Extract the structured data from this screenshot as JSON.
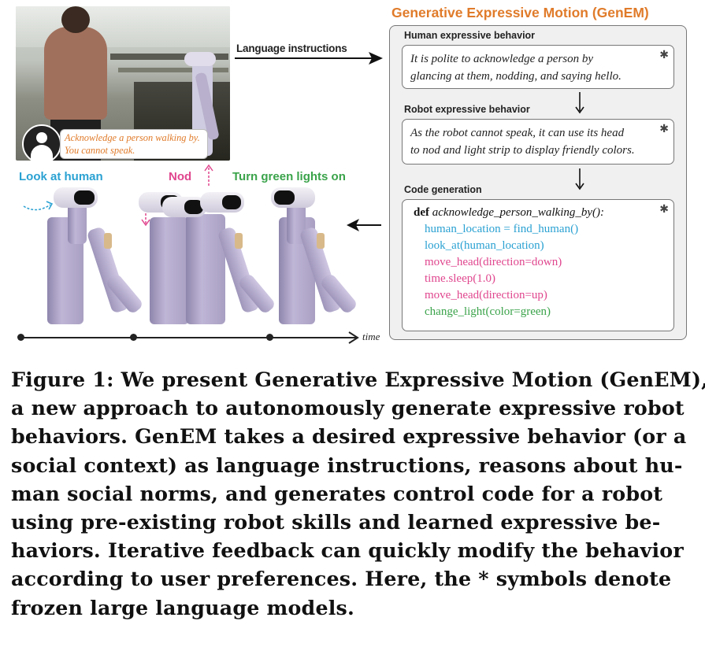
{
  "photo": {
    "speech_bubble_lines": [
      "Acknowledge a person walking by.",
      "You cannot speak."
    ]
  },
  "instruction_arrow_label": "Language instructions",
  "panel": {
    "title": "Generative Expressive Motion (GenEM)",
    "sections": [
      {
        "label": "Human expressive behavior",
        "lines": [
          "It is polite to acknowledge a person by",
          "glancing at them, nodding, and saying hello."
        ]
      },
      {
        "label": "Robot expressive behavior",
        "lines": [
          "As the robot cannot speak, it can use its head",
          "to nod and light strip to display friendly colors."
        ]
      },
      {
        "label": "Code generation",
        "code": {
          "def_keyword": "def",
          "def_name": "acknowledge_person_walking_by():",
          "lines": [
            {
              "text": "human_location = find_human()",
              "color": "#2aa1d2"
            },
            {
              "text": "look_at(human_location)",
              "color": "#2aa1d2"
            },
            {
              "text": "move_head(direction=down)",
              "color": "#e0468e"
            },
            {
              "text": "time.sleep(1.0)",
              "color": "#e0468e"
            },
            {
              "text": "move_head(direction=up)",
              "color": "#e0468e"
            },
            {
              "text": "change_light(color=green)",
              "color": "#3aa34a"
            }
          ]
        }
      }
    ],
    "frozen_model_symbol": "✱"
  },
  "sequence_labels": [
    {
      "text": "Look at human",
      "color": "#2aa1d2"
    },
    {
      "text": "Nod",
      "color": "#e0468e"
    },
    {
      "text": "Turn green lights on",
      "color": "#3aa34a"
    }
  ],
  "timeline_label": "time",
  "caption_lines": [
    "Figure 1: We present Generative Expressive Motion (GenEM),",
    "a new approach to autonomously generate expressive robot",
    "behaviors. GenEM takes a desired expressive behavior (or a",
    "social context) as language instructions, reasons about hu-",
    "man social norms, and generates control code for a robot",
    "using pre-existing robot skills and learned expressive be-",
    "haviors. Iterative feedback can quickly modify the behavior",
    "according to user preferences. Here, the * symbols denote",
    "frozen large language models."
  ]
}
